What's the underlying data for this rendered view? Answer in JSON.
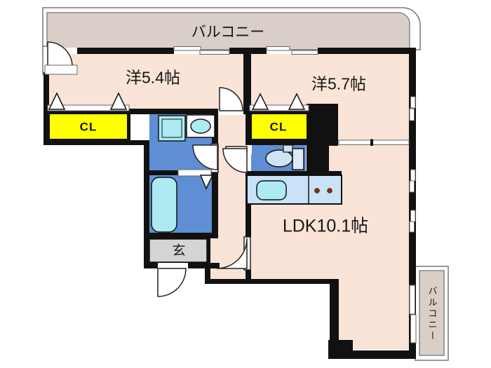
{
  "title": "1LDK+2 apartment floor plan",
  "labels": {
    "balcony_top": "バルコニー",
    "room_a": "洋5.4帖",
    "room_b": "洋5.7帖",
    "ldk": "LDK10.1帖",
    "closet_a": "CL",
    "closet_b": "CL",
    "entrance": "玄",
    "balcony_side": "バルコニー"
  },
  "colors": {
    "floor": "#f9e4d7",
    "balcony": "#d9cfc8",
    "wall": "#111111",
    "closet": "#ffff00",
    "wet_floor": "#5e8fd4",
    "fixture": "#aeeaf2",
    "counter": "#c9e2f8",
    "toilet_bowl": "#cfe3f5",
    "toilet_tank": "#dcebf8",
    "entrance_floor": "#d4d4d4",
    "burner": "#8b2800"
  }
}
